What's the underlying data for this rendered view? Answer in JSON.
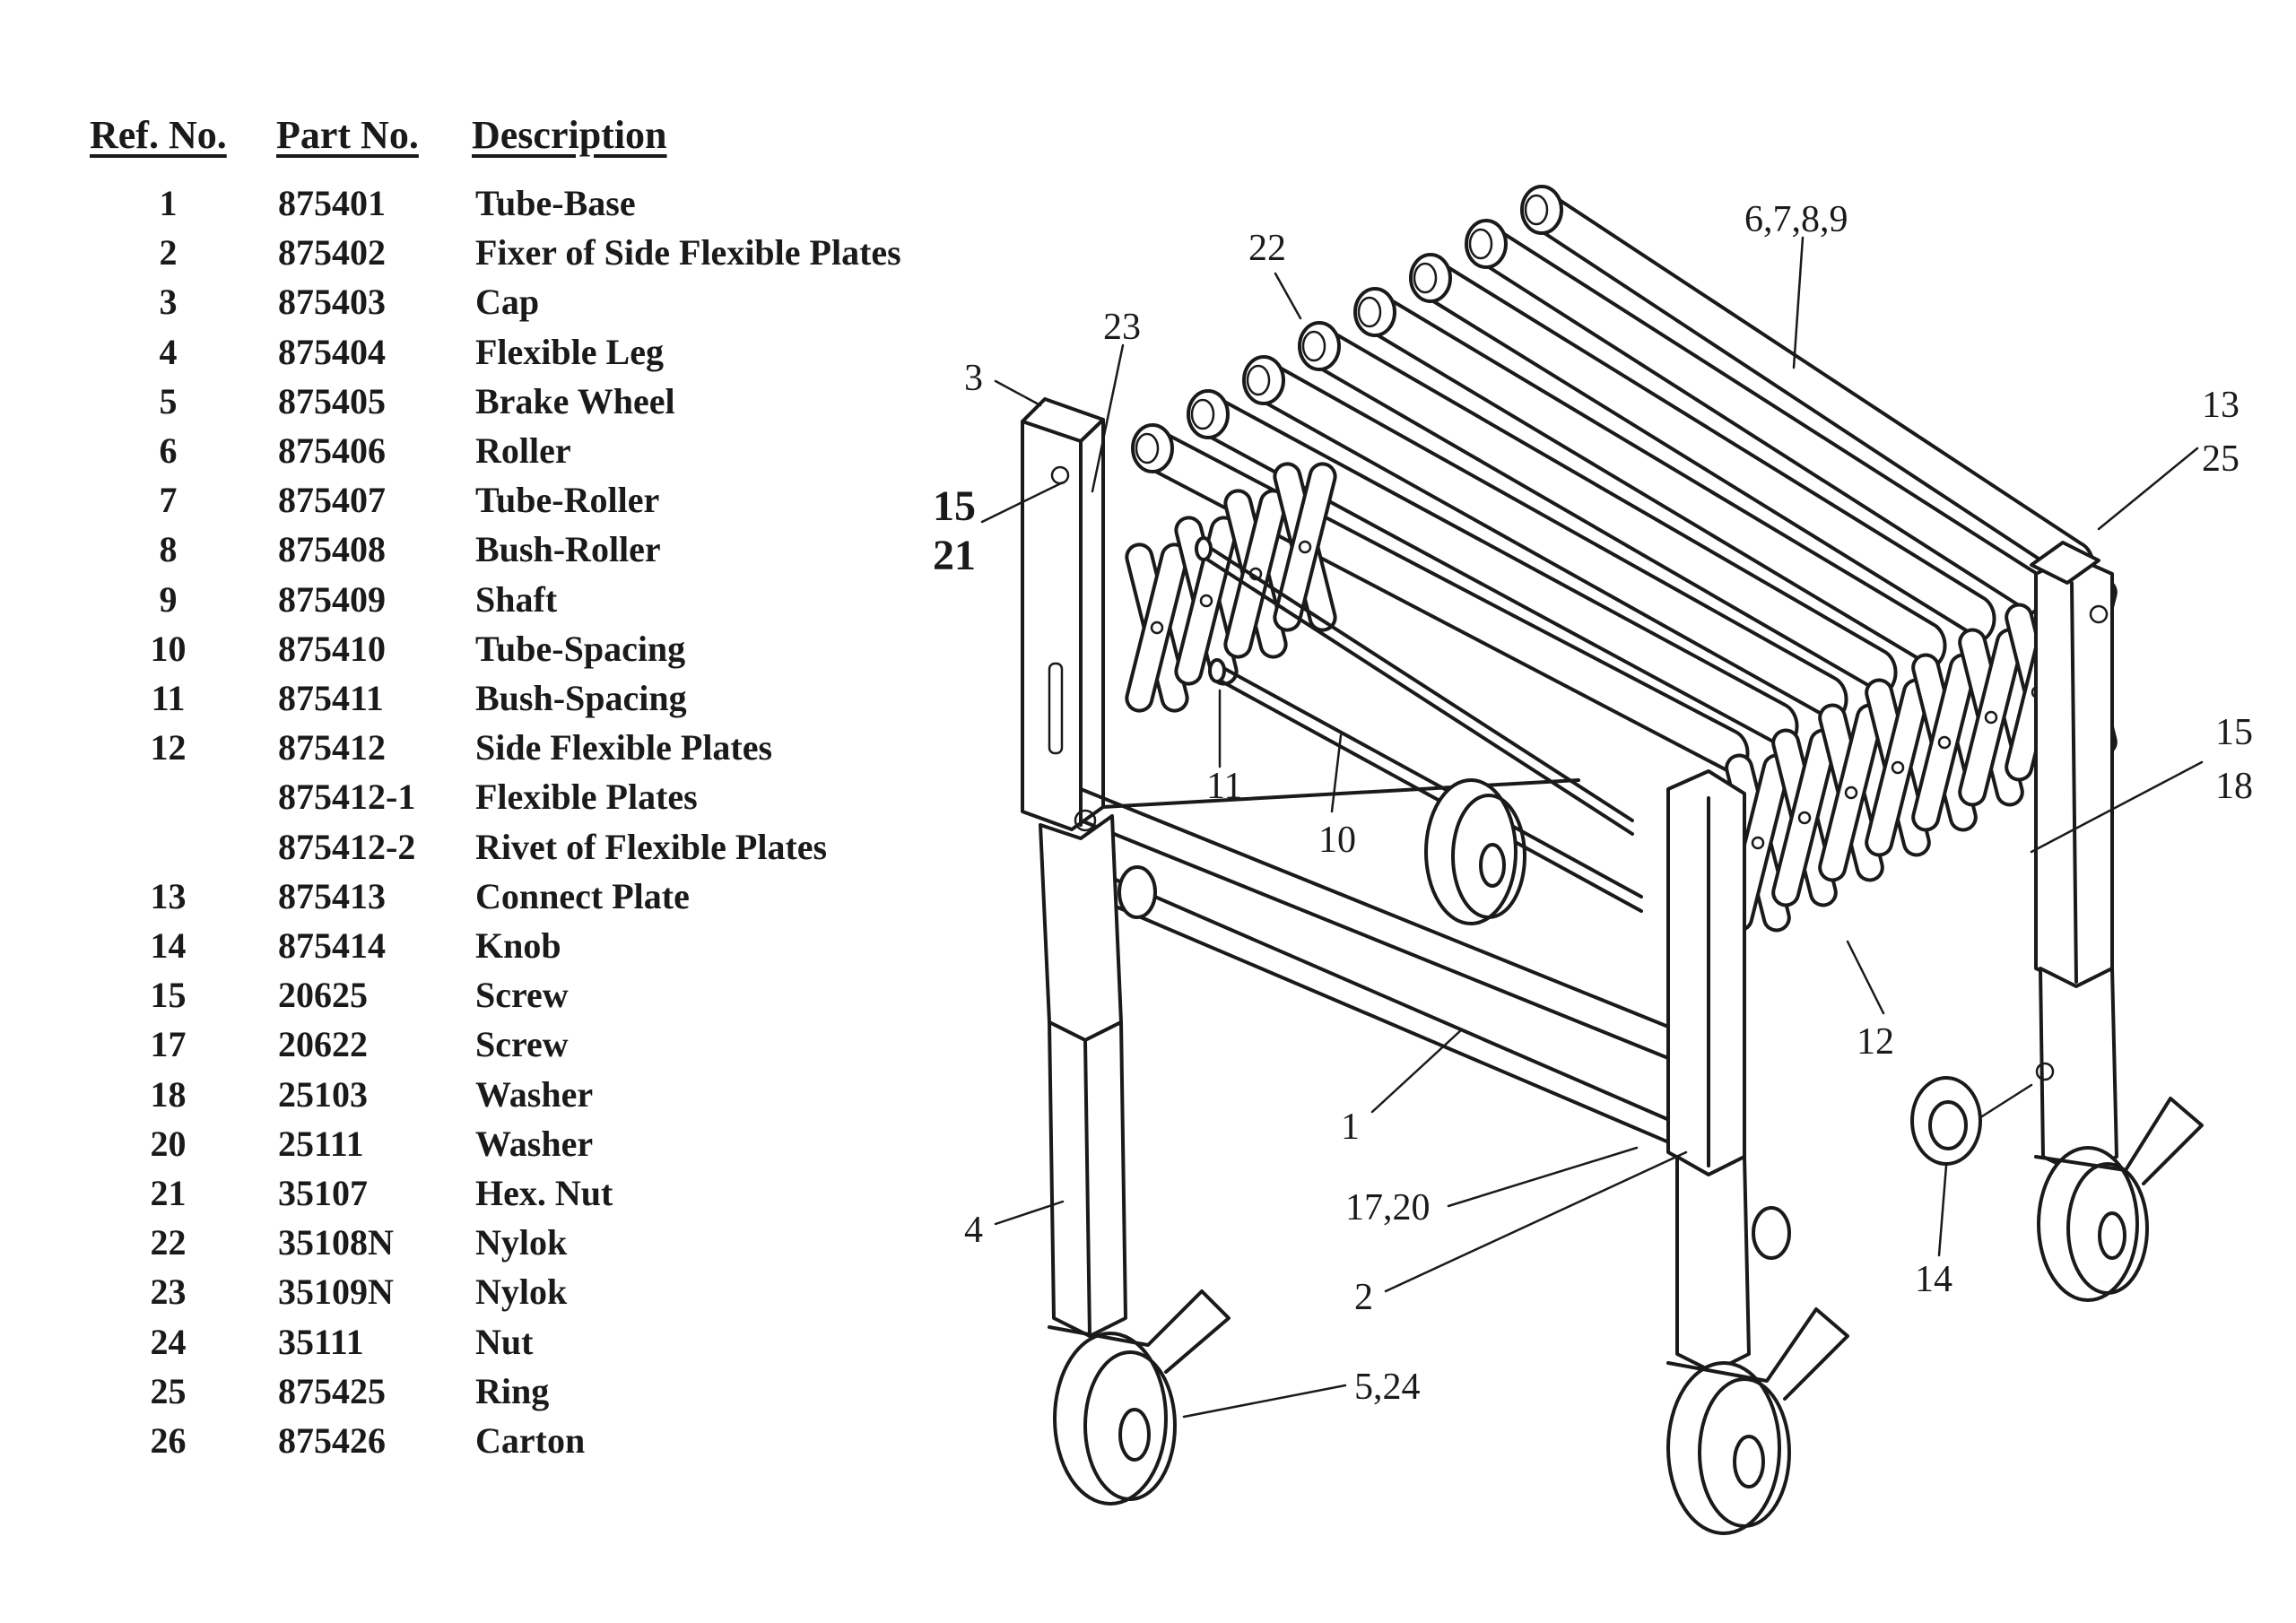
{
  "headers": {
    "ref_no": "Ref. No.",
    "part_no": "Part No.",
    "description": "Description"
  },
  "parts": [
    {
      "ref": "1",
      "part_no": "875401",
      "description": "Tube-Base"
    },
    {
      "ref": "2",
      "part_no": "875402",
      "description": "Fixer of Side Flexible Plates"
    },
    {
      "ref": "3",
      "part_no": "875403",
      "description": "Cap"
    },
    {
      "ref": "4",
      "part_no": "875404",
      "description": "Flexible Leg"
    },
    {
      "ref": "5",
      "part_no": "875405",
      "description": "Brake Wheel"
    },
    {
      "ref": "6",
      "part_no": "875406",
      "description": "Roller"
    },
    {
      "ref": "7",
      "part_no": "875407",
      "description": "Tube-Roller"
    },
    {
      "ref": "8",
      "part_no": "875408",
      "description": "Bush-Roller"
    },
    {
      "ref": "9",
      "part_no": "875409",
      "description": "Shaft"
    },
    {
      "ref": "10",
      "part_no": "875410",
      "description": "Tube-Spacing"
    },
    {
      "ref": "11",
      "part_no": "875411",
      "description": "Bush-Spacing"
    },
    {
      "ref": "12",
      "part_no": "875412",
      "description": "Side Flexible Plates"
    },
    {
      "ref": "",
      "part_no": "875412-1",
      "description": "Flexible Plates"
    },
    {
      "ref": "",
      "part_no": "875412-2",
      "description": "Rivet of Flexible Plates"
    },
    {
      "ref": "13",
      "part_no": "875413",
      "description": "Connect Plate"
    },
    {
      "ref": "14",
      "part_no": "875414",
      "description": "Knob"
    },
    {
      "ref": "15",
      "part_no": "20625",
      "description": "Screw"
    },
    {
      "ref": "17",
      "part_no": "20622",
      "description": "Screw"
    },
    {
      "ref": "18",
      "part_no": "25103",
      "description": "Washer"
    },
    {
      "ref": "20",
      "part_no": "25111",
      "description": "Washer"
    },
    {
      "ref": "21",
      "part_no": "35107",
      "description": "Hex. Nut"
    },
    {
      "ref": "22",
      "part_no": "35108N",
      "description": "Nylok"
    },
    {
      "ref": "23",
      "part_no": "35109N",
      "description": "Nylok"
    },
    {
      "ref": "24",
      "part_no": "35111",
      "description": "Nut"
    },
    {
      "ref": "25",
      "part_no": "875425",
      "description": "Ring"
    },
    {
      "ref": "26",
      "part_no": "875426",
      "description": "Carton"
    }
  ],
  "callouts": {
    "c22": "22",
    "c6789": "6,7,8,9",
    "c23": "23",
    "c3": "3",
    "c13": "13",
    "c25": "25",
    "c15a": "15",
    "c21": "21",
    "c11": "11",
    "c10": "10",
    "c15b": "15",
    "c18": "18",
    "c12": "12",
    "c1": "1",
    "c1720": "17,20",
    "c14": "14",
    "c4": "4",
    "c2": "2",
    "c524": "5,24"
  }
}
